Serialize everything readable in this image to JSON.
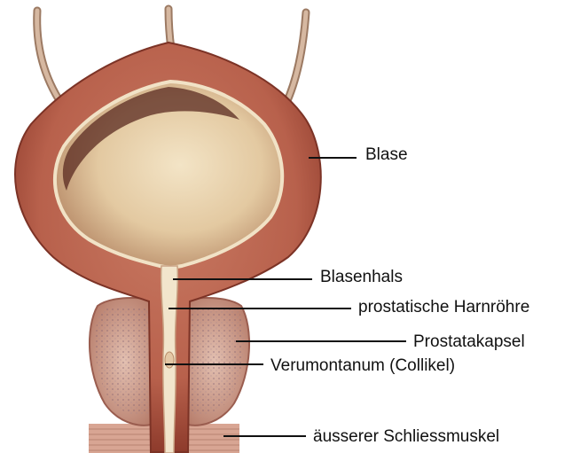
{
  "diagram": {
    "labels": {
      "blase": "Blase",
      "blasenhals": "Blasenhals",
      "harnroehre": "prostatische Harnröhre",
      "prostatakapsel": "Prostatakapsel",
      "verumontanum": "Verumontanum (Collikel)",
      "schliessmuskel": "äusserer Schliessmuskel"
    },
    "colors": {
      "bladder_wall": "#b8614c",
      "bladder_wall_dark": "#8e3b2c",
      "bladder_interior": "#e8d2ad",
      "prostata": "#cfa08f",
      "prostata_texture": "#8a6a78",
      "ureter": "#c9a790",
      "leader_line": "#111111"
    }
  }
}
